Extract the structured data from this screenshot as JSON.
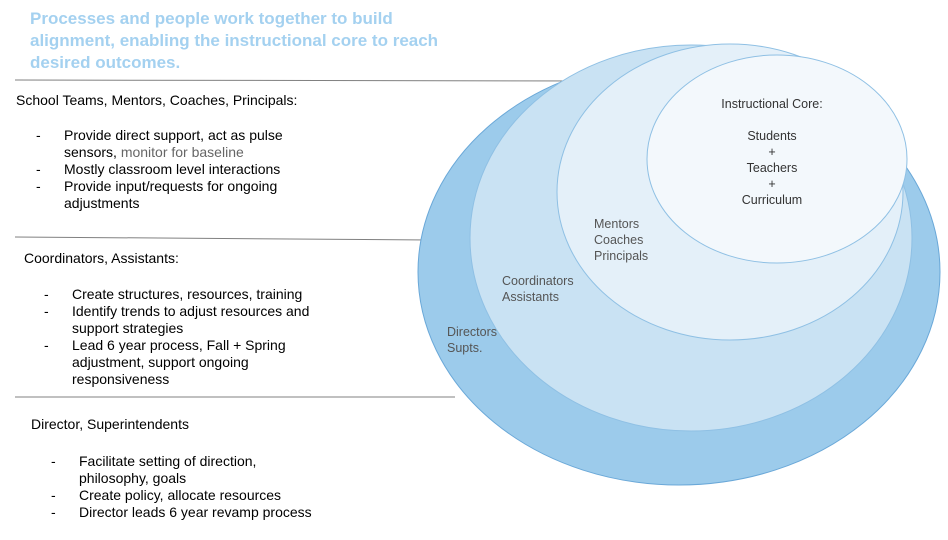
{
  "title_lines": [
    "Processes and people work together to build",
    "alignment, enabling the instructional core to reach",
    "desired outcomes."
  ],
  "sections": [
    {
      "heading": "School Teams, Mentors, Coaches, Principals:",
      "items": [
        {
          "dash": "-",
          "lines": [
            "Provide direct support, act as pulse",
            "sensors, "
          ],
          "muted_tail": "monitor for baseline"
        },
        {
          "dash": "-",
          "lines": [
            "Mostly classroom level interactions"
          ]
        },
        {
          "dash": "-",
          "lines": [
            "Provide input/requests for ongoing",
            "adjustments"
          ]
        }
      ]
    },
    {
      "heading": "Coordinators, Assistants:",
      "items": [
        {
          "dash": "-",
          "lines": [
            "Create structures, resources, training"
          ]
        },
        {
          "dash": "-",
          "lines": [
            "Identify trends to adjust resources and",
            "support strategies"
          ]
        },
        {
          "dash": "-",
          "lines": [
            "Lead 6 year process, Fall + Spring",
            "adjustment, support ongoing",
            "responsiveness"
          ]
        }
      ]
    },
    {
      "heading": "Director, Superintendents",
      "items": [
        {
          "dash": "-",
          "lines": [
            "Facilitate setting of direction,",
            "philosophy, goals"
          ]
        },
        {
          "dash": "-",
          "lines": [
            "Create policy, allocate resources"
          ]
        },
        {
          "dash": "-",
          "lines": [
            "Director leads 6 year revamp process"
          ]
        }
      ]
    }
  ],
  "rings": {
    "outer": [
      "Directors",
      "Supts."
    ],
    "second": [
      "Coordinators",
      "Assistants"
    ],
    "third": [
      "Mentors",
      "Coaches",
      "Principals"
    ],
    "core": {
      "title": "Instructional Core:",
      "lines": [
        "Students",
        "+",
        "Teachers",
        "+",
        "Curriculum"
      ]
    }
  },
  "colors": {
    "title": "#a4d1f0",
    "ring_outer": "#9ccbeb",
    "ring_second": "#c9e2f3",
    "ring_third": "#e4f0f9",
    "ring_core": "#f3f8fc",
    "ring_stroke": "#6aa8d8",
    "divider": "#808080"
  }
}
